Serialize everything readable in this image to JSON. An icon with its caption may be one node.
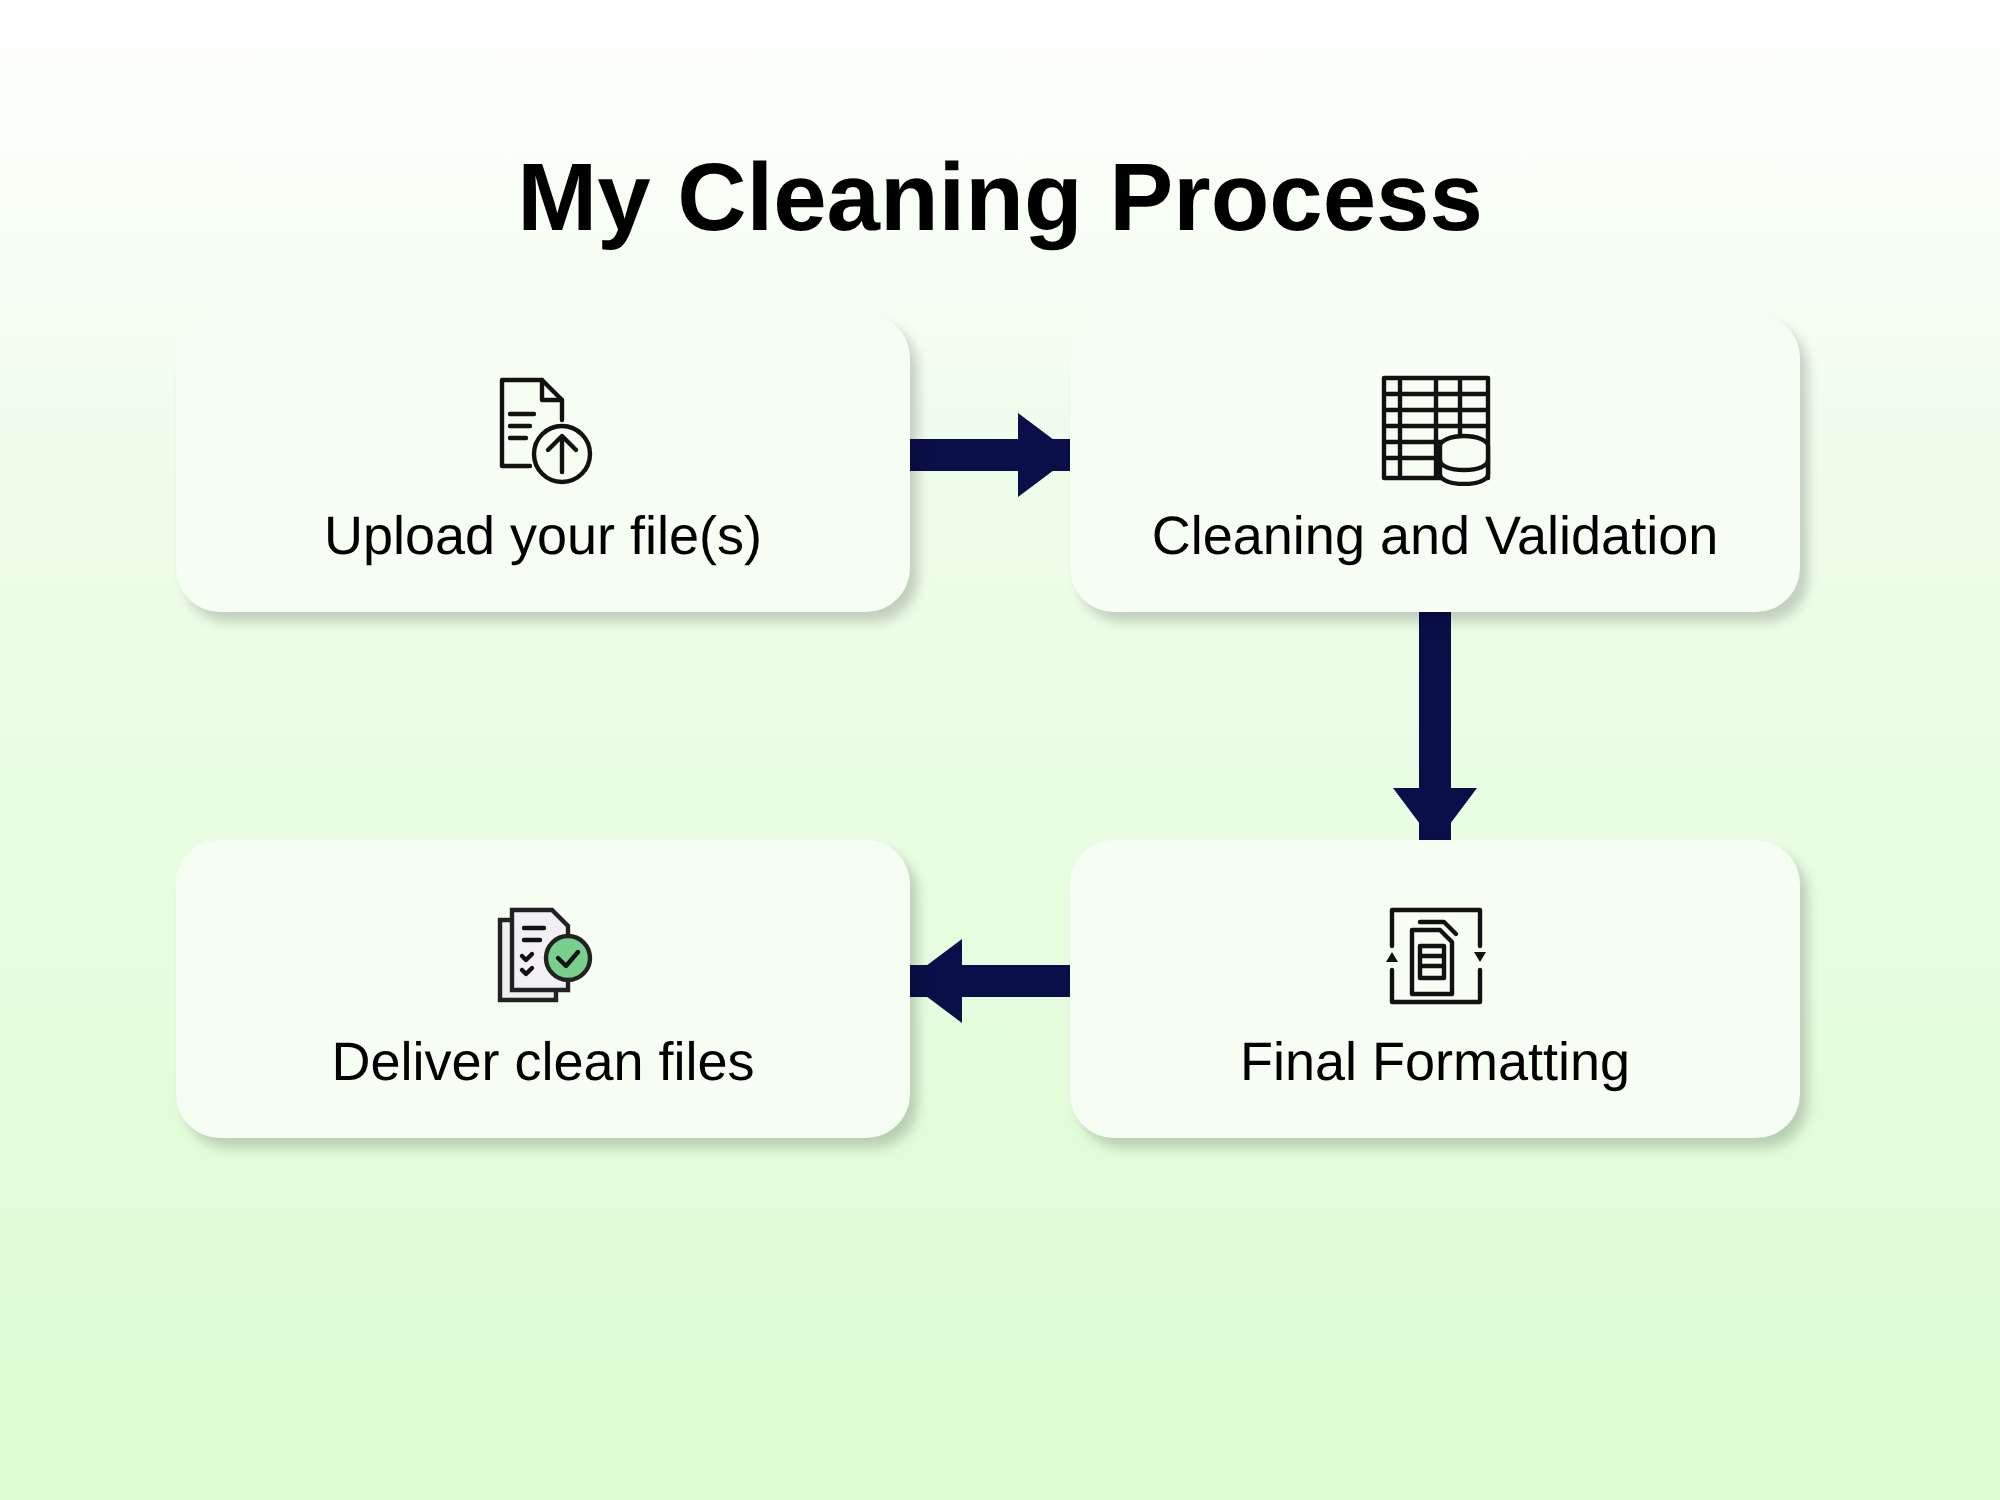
{
  "diagram": {
    "title": "My Cleaning Process",
    "nodes": [
      {
        "text": [
          "Upload your file(s)"
        ]
      },
      {
        "text": [
          "Cleaning and Validation"
        ]
      },
      {
        "text": [
          "Final Formatting"
        ]
      },
      {
        "text": [
          "Deliver clean files"
        ]
      }
    ],
    "edges": [
      {
        "from": 0,
        "to": 1,
        "arrow": "to"
      },
      {
        "from": 1,
        "to": 2,
        "arrow": "to"
      },
      {
        "from": 2,
        "to": 3,
        "arrow": "to"
      }
    ]
  }
}
